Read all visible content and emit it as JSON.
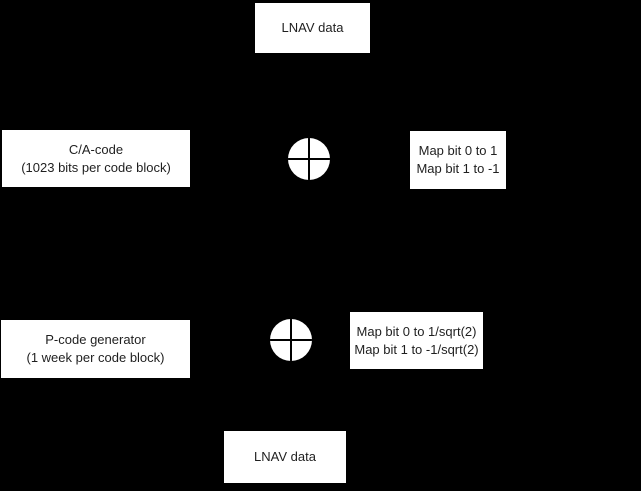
{
  "colors": {
    "background": "#000000",
    "box_fill": "#ffffff",
    "box_text": "#1f1f1f",
    "adder_fill": "#ffffff",
    "adder_cross": "#000000"
  },
  "icons": {
    "adder_upper": "circle-plus-modulo2-adder",
    "adder_lower": "circle-plus-modulo2-adder"
  },
  "nodes": {
    "lnav_top": {
      "lines": [
        "LNAV data"
      ]
    },
    "ca_code": {
      "lines": [
        "C/A-code",
        "(1023 bits per code block)"
      ]
    },
    "map_upper": {
      "lines": [
        "Map bit 0 to 1",
        "Map bit 1 to -1"
      ]
    },
    "pcode": {
      "lines": [
        "P-code generator",
        "(1 week per code block)"
      ]
    },
    "map_lower": {
      "lines": [
        "Map bit 0 to 1/sqrt(2)",
        "Map bit 1 to -1/sqrt(2)"
      ]
    },
    "lnav_bottom": {
      "lines": [
        "LNAV data"
      ]
    }
  }
}
